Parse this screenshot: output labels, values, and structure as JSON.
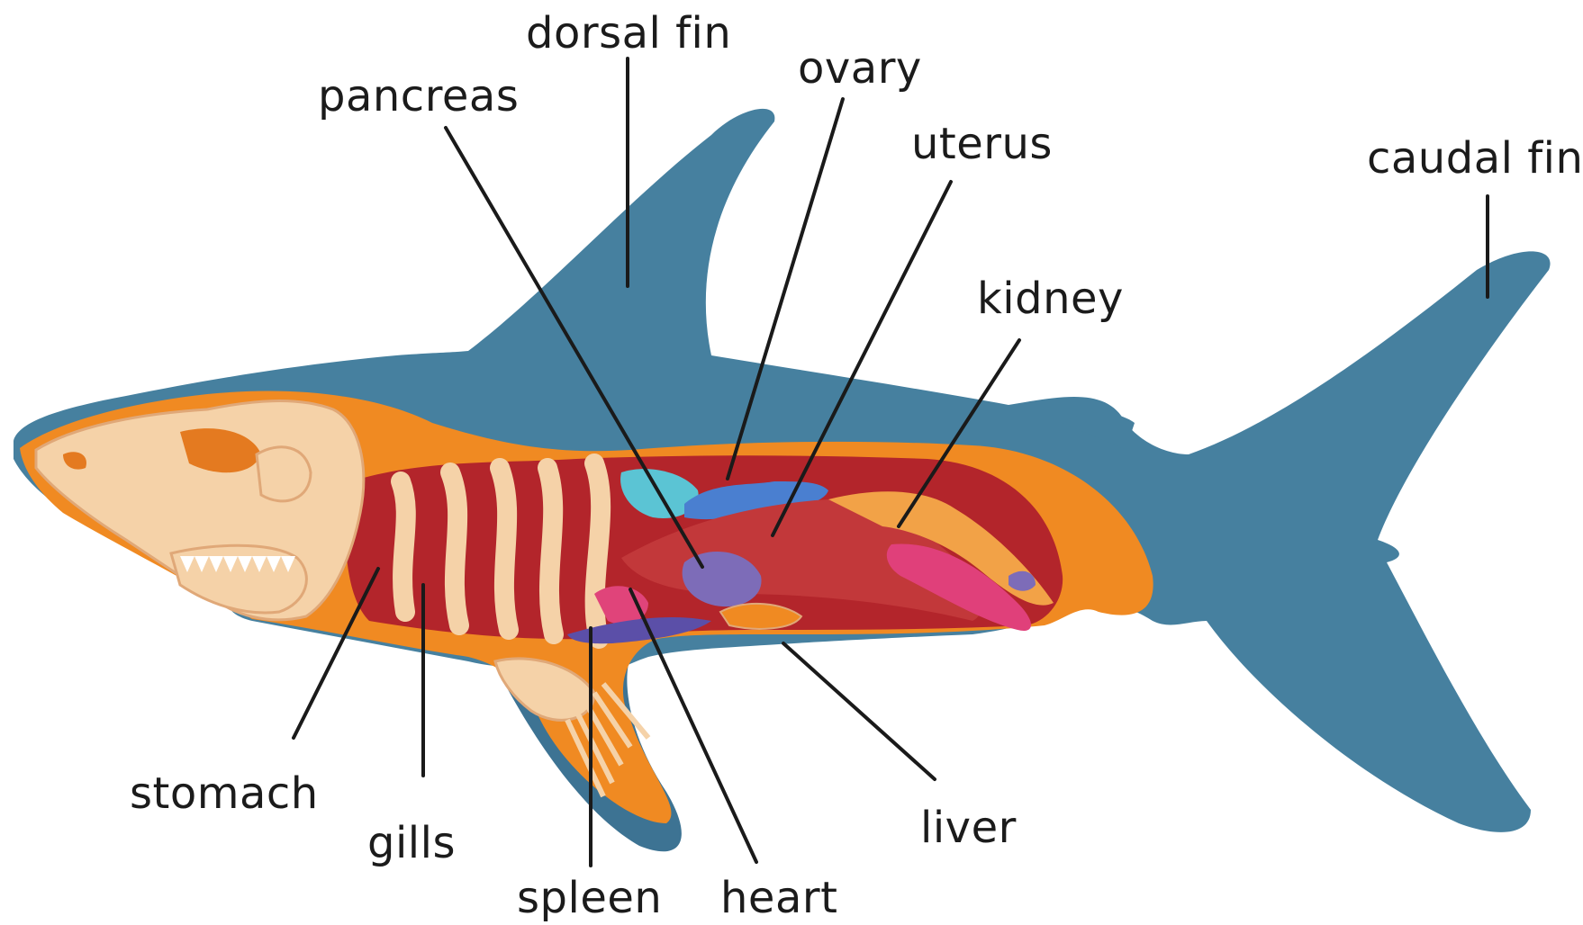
{
  "colors": {
    "shark_body": "#46809F",
    "shark_shadow": "#3C6E8A",
    "flesh_orange": "#F08A22",
    "cavity_red": "#B3252B",
    "bone": "#F5D2A8",
    "liver_red": "#C2383A",
    "spleen_purple": "#7D6CB8",
    "ovary_blue": "#4A7FD0",
    "pancreas_cyan": "#5BC4D4",
    "kidney_orange": "#F2A247",
    "uterus_pink": "#E0407A",
    "leader_line": "#1A1A1A"
  },
  "labels": {
    "dorsal_fin": "dorsal fin",
    "pancreas": "pancreas",
    "ovary": "ovary",
    "uterus": "uterus",
    "caudal_fin": "caudal fin",
    "kidney": "kidney",
    "stomach": "stomach",
    "gills": "gills",
    "spleen": "spleen",
    "heart": "heart",
    "liver": "liver"
  }
}
